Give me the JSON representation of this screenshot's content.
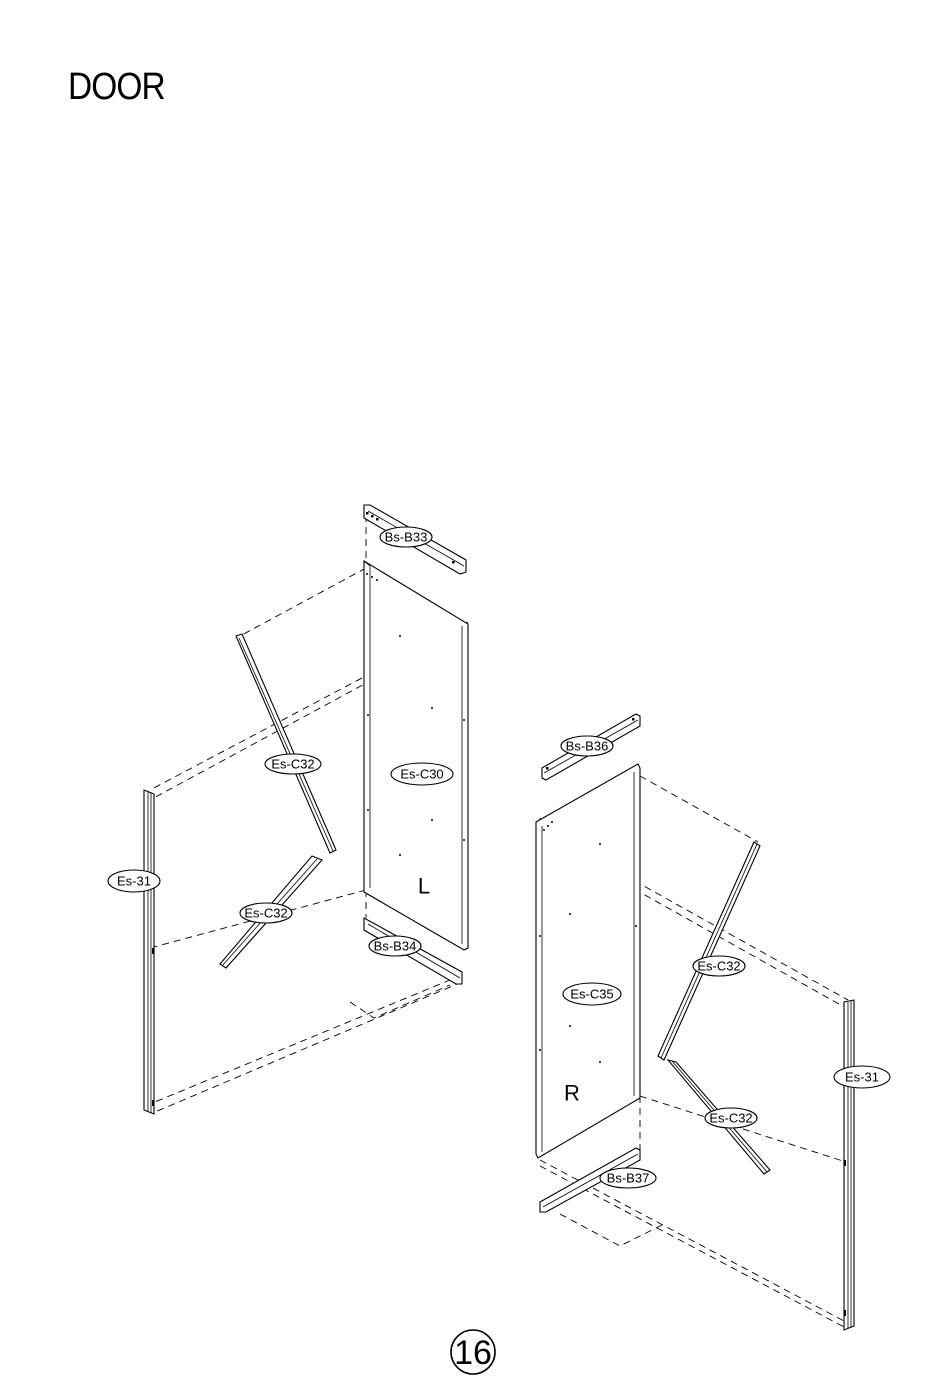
{
  "page": {
    "title": "DOOR",
    "page_number": "16"
  },
  "left_door": {
    "panel_letter": "L",
    "labels": {
      "top_rail": "Bs-B33",
      "panel": "Es-C30",
      "brace_upper": "Es-C32",
      "brace_lower": "Es-C32",
      "stile": "Es-31",
      "bottom_rail": "Bs-B34"
    }
  },
  "right_door": {
    "panel_letter": "R",
    "labels": {
      "top_rail": "Bs-B36",
      "panel": "Es-C35",
      "brace_upper": "Es-C32",
      "brace_lower": "Es-C32",
      "stile": "Es-31",
      "bottom_rail": "Bs-B37"
    }
  }
}
